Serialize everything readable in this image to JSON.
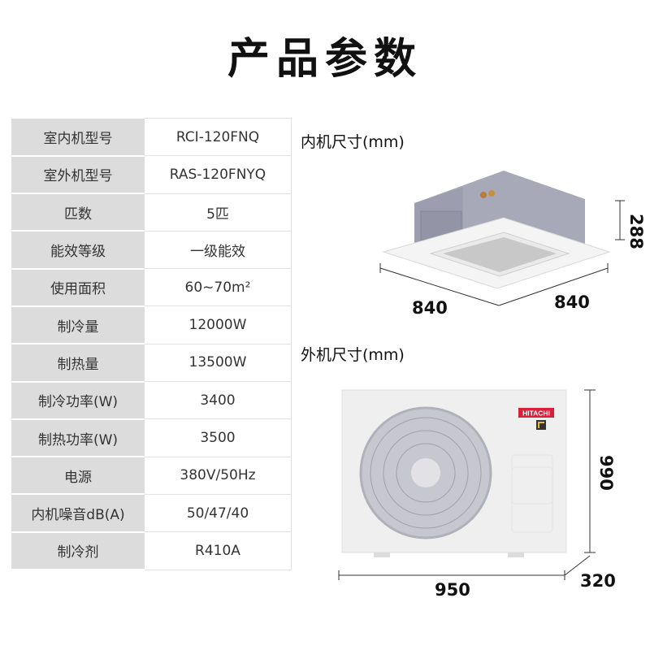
{
  "title": "产品参数",
  "specs": [
    {
      "label": "室内机型号",
      "value": "RCI-120FNQ"
    },
    {
      "label": "室外机型号",
      "value": "RAS-120FNYQ"
    },
    {
      "label": "匹数",
      "value": "5匹"
    },
    {
      "label": "能效等级",
      "value": "一级能效"
    },
    {
      "label": "使用面积",
      "value": "60~70m²"
    },
    {
      "label": "制冷量",
      "value": "12000W"
    },
    {
      "label": "制热量",
      "value": "13500W"
    },
    {
      "label": "制冷功率(W)",
      "value": "3400"
    },
    {
      "label": "制热功率(W)",
      "value": "3500"
    },
    {
      "label": "电源",
      "value": "380V/50Hz"
    },
    {
      "label": "内机噪音dB(A)",
      "value": "50/47/40"
    },
    {
      "label": "制冷剂",
      "value": "R410A"
    }
  ],
  "indoor": {
    "heading": "内机尺寸(mm)",
    "width": "840",
    "depth": "840",
    "height": "288"
  },
  "outdoor": {
    "heading": "外机尺寸(mm)",
    "width": "950",
    "depth": "320",
    "height": "990",
    "brand": "HITACHI"
  },
  "colors": {
    "brand_red": "#d8203a",
    "label_bg": "#dcdcdc"
  }
}
